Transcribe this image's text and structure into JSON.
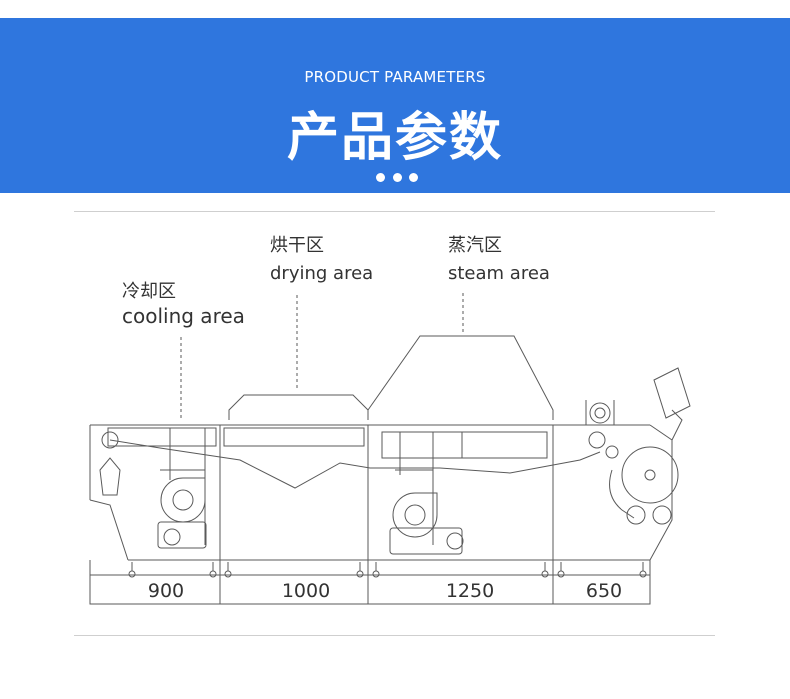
{
  "header": {
    "subtitle": "PRODUCT PARAMETERS",
    "title": "产品参数",
    "background_color": "#2f76de"
  },
  "diagram": {
    "labels": {
      "cooling_cn": "冷却区",
      "cooling_en": "cooling area",
      "drying_cn": "烘干区",
      "drying_en": "drying area",
      "steam_cn": "蒸汽区",
      "steam_en": "steam area"
    },
    "dimensions": [
      "900",
      "1000",
      "1250",
      "650"
    ]
  }
}
